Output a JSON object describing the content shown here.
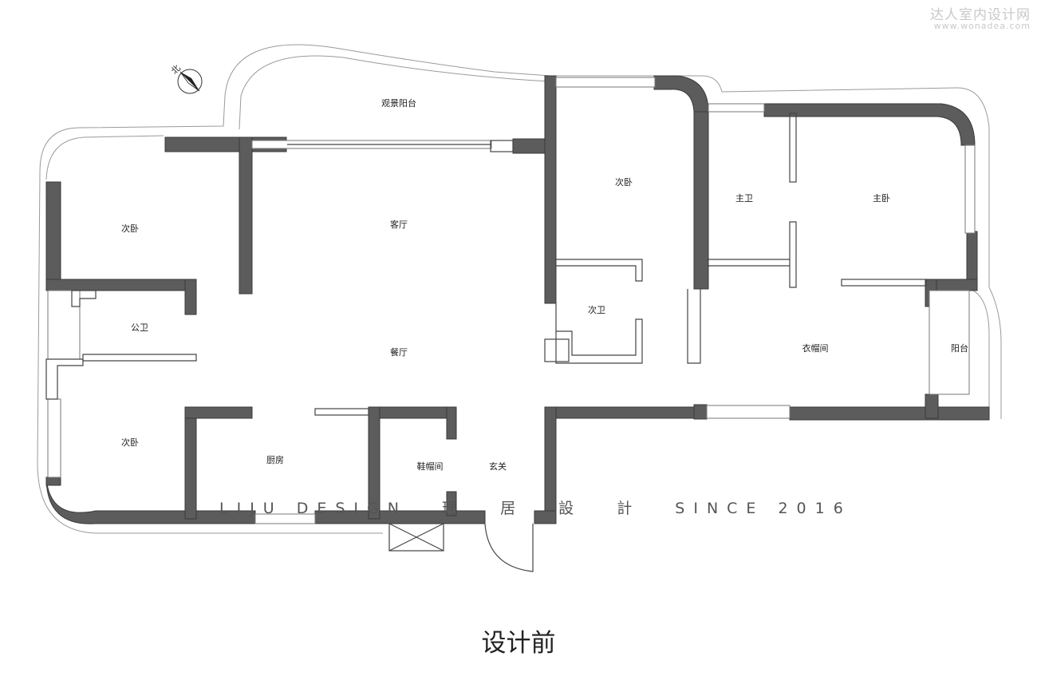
{
  "watermark": {
    "site_name": "达人室内设计网",
    "site_url": "www.wonadea.com"
  },
  "compass": {
    "label": "北"
  },
  "rooms": {
    "scenic_balcony": "观景阳台",
    "living_room": "客厅",
    "dining_room": "餐厅",
    "bedroom_west_north": "次卧",
    "bedroom_west_south": "次卧",
    "bedroom_middle": "次卧",
    "public_bath": "公卫",
    "secondary_bath": "次卫",
    "master_bath": "主卫",
    "master_bedroom": "主卧",
    "walk_in_closet": "衣帽间",
    "balcony": "阳台",
    "kitchen": "厨房",
    "shoe_closet": "鞋帽间",
    "entrance": "玄关"
  },
  "brand_watermark": {
    "latin": "LIJU DESIGN",
    "chinese": [
      "理",
      "居",
      "設",
      "計"
    ],
    "since": "SINCE 2016"
  },
  "caption": "设计前",
  "colors": {
    "wall_fill": "#5c5c5c",
    "line": "#444444",
    "background": "#ffffff"
  }
}
